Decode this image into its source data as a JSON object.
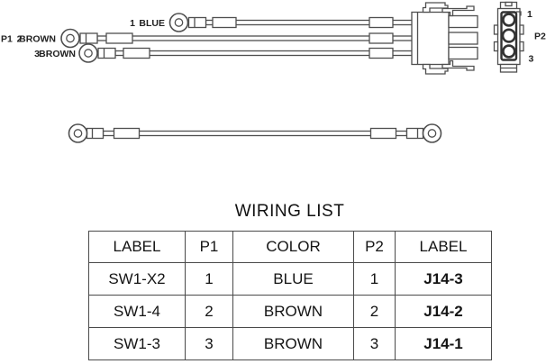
{
  "colors": {
    "line": "#4f4f4f",
    "dark_line": "#333333",
    "text": "#1a1a1a"
  },
  "harness": {
    "wires": [
      {
        "prefix": "",
        "pin": "1",
        "color": "BLUE"
      },
      {
        "prefix": "P1",
        "pin": "2",
        "color": "BROWN"
      },
      {
        "prefix": "",
        "pin": "3",
        "color": "BROWN"
      }
    ],
    "connector": {
      "pin_top": "1",
      "label": "P2",
      "pin_bottom": "3"
    }
  },
  "wiring_list": {
    "title": "WIRING LIST",
    "headers": [
      "LABEL",
      "P1",
      "COLOR",
      "P2",
      "LABEL"
    ],
    "rows": [
      [
        "SW1-X2",
        "1",
        "BLUE",
        "1",
        "J14-3"
      ],
      [
        "SW1-4",
        "2",
        "BROWN",
        "2",
        "J14-2"
      ],
      [
        "SW1-3",
        "3",
        "BROWN",
        "3",
        "J14-1"
      ]
    ]
  }
}
